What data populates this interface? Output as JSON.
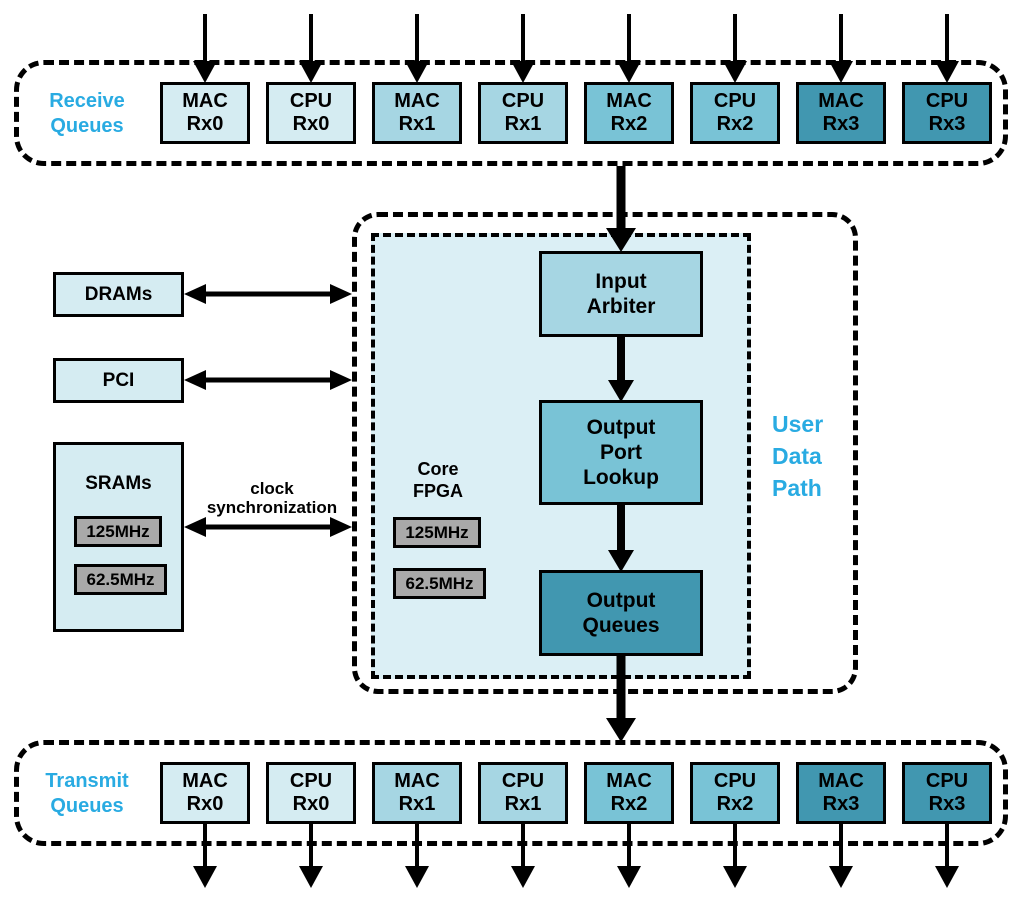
{
  "colors": {
    "accent_text": "#29abe2",
    "queue_shade_0": "#d5ecf2",
    "queue_shade_1": "#a6d6e3",
    "queue_shade_2": "#79c3d6",
    "queue_shade_3": "#4197b0",
    "fpga_region_bg": "#dbeff5",
    "clock_box_bg": "#a9a9a9",
    "line_color": "#000000"
  },
  "receive_queues": {
    "label": [
      "Receive",
      "Queues"
    ],
    "items": [
      {
        "line1": "MAC",
        "line2": "Rx0",
        "shade": 0
      },
      {
        "line1": "CPU",
        "line2": "Rx0",
        "shade": 0
      },
      {
        "line1": "MAC",
        "line2": "Rx1",
        "shade": 1
      },
      {
        "line1": "CPU",
        "line2": "Rx1",
        "shade": 1
      },
      {
        "line1": "MAC",
        "line2": "Rx2",
        "shade": 2
      },
      {
        "line1": "CPU",
        "line2": "Rx2",
        "shade": 2
      },
      {
        "line1": "MAC",
        "line2": "Rx3",
        "shade": 3
      },
      {
        "line1": "CPU",
        "line2": "Rx3",
        "shade": 3
      }
    ]
  },
  "transmit_queues": {
    "label": [
      "Transmit",
      "Queues"
    ],
    "items": [
      {
        "line1": "MAC",
        "line2": "Rx0",
        "shade": 0
      },
      {
        "line1": "CPU",
        "line2": "Rx0",
        "shade": 0
      },
      {
        "line1": "MAC",
        "line2": "Rx1",
        "shade": 1
      },
      {
        "line1": "CPU",
        "line2": "Rx1",
        "shade": 1
      },
      {
        "line1": "MAC",
        "line2": "Rx2",
        "shade": 2
      },
      {
        "line1": "CPU",
        "line2": "Rx2",
        "shade": 2
      },
      {
        "line1": "MAC",
        "line2": "Rx3",
        "shade": 3
      },
      {
        "line1": "CPU",
        "line2": "Rx3",
        "shade": 3
      }
    ]
  },
  "user_data_path": {
    "label": [
      "User",
      "Data",
      "Path"
    ],
    "core_fpga": {
      "label": [
        "Core",
        "FPGA"
      ],
      "clock_fast": "125MHz",
      "clock_slow": "62.5MHz"
    },
    "input_arbiter": [
      "Input",
      "Arbiter"
    ],
    "output_port_lookup": [
      "Output",
      "Port",
      "Lookup"
    ],
    "output_queues": [
      "Output",
      "Queues"
    ]
  },
  "peripherals": {
    "drams": "DRAMs",
    "pci": "PCI",
    "srams": "SRAMs",
    "sram_clock_fast": "125MHz",
    "sram_clock_slow": "62.5MHz"
  },
  "annotations": {
    "clock_sync": [
      "clock",
      "synchronization"
    ]
  }
}
